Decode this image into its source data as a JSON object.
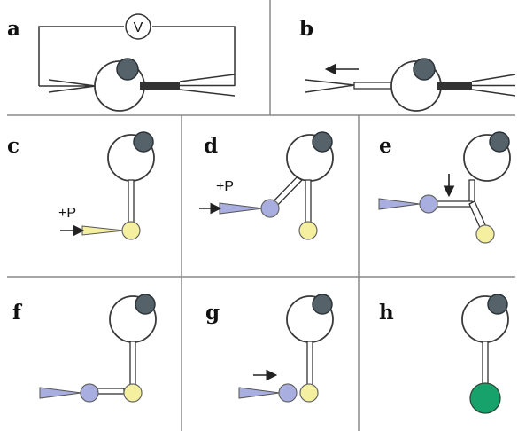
{
  "panels": [
    {
      "id": "a",
      "label": "a"
    },
    {
      "id": "b",
      "label": "b"
    },
    {
      "id": "c",
      "label": "c"
    },
    {
      "id": "d",
      "label": "d"
    },
    {
      "id": "e",
      "label": "e"
    },
    {
      "id": "f",
      "label": "f"
    },
    {
      "id": "g",
      "label": "g"
    },
    {
      "id": "h",
      "label": "h"
    }
  ],
  "voltmeter_symbol": "V",
  "pressure_label": "+P",
  "colors": {
    "cell_body": "#ffffff",
    "nucleus": "#55626a",
    "blue_cell": "#a9aee0",
    "yellow_cell": "#f5f0a0",
    "green_cell": "#16a26a",
    "electrode_dark": "#333333"
  }
}
